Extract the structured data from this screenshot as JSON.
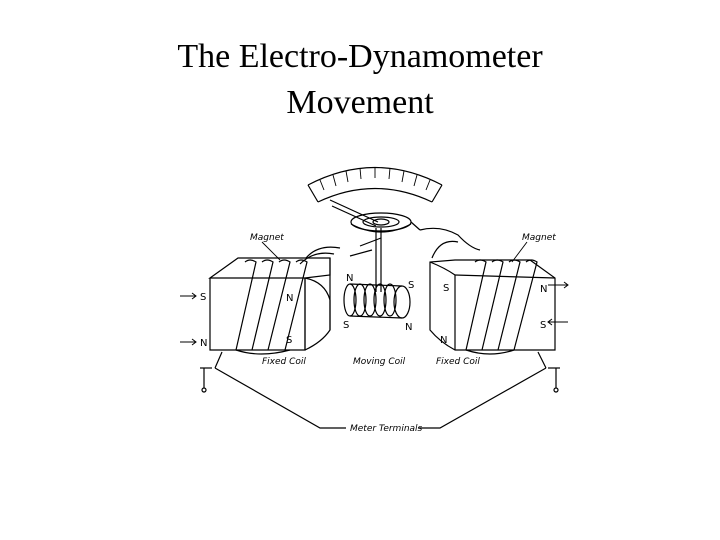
{
  "title": {
    "line1": "The Electro-Dynamometer",
    "line2": "Movement"
  },
  "diagram": {
    "labels": {
      "magnet_left": "Magnet",
      "magnet_right": "Magnet",
      "fixed_coil_left": "Fixed Coil",
      "moving_coil": "Moving Coil",
      "fixed_coil_right": "Fixed Coil",
      "meter_terminals": "Meter Terminals"
    },
    "poles": {
      "left_block_s": "S",
      "left_block_n": "N",
      "left_inner_n": "N",
      "left_inner_s": "S",
      "left_gap_n": "N",
      "right_gap_s": "S",
      "moving_coil_s": "S",
      "moving_coil_n": "N",
      "right_inner_s": "S",
      "right_inner_n": "N",
      "right_block_n": "N",
      "right_block_s": "S"
    }
  }
}
